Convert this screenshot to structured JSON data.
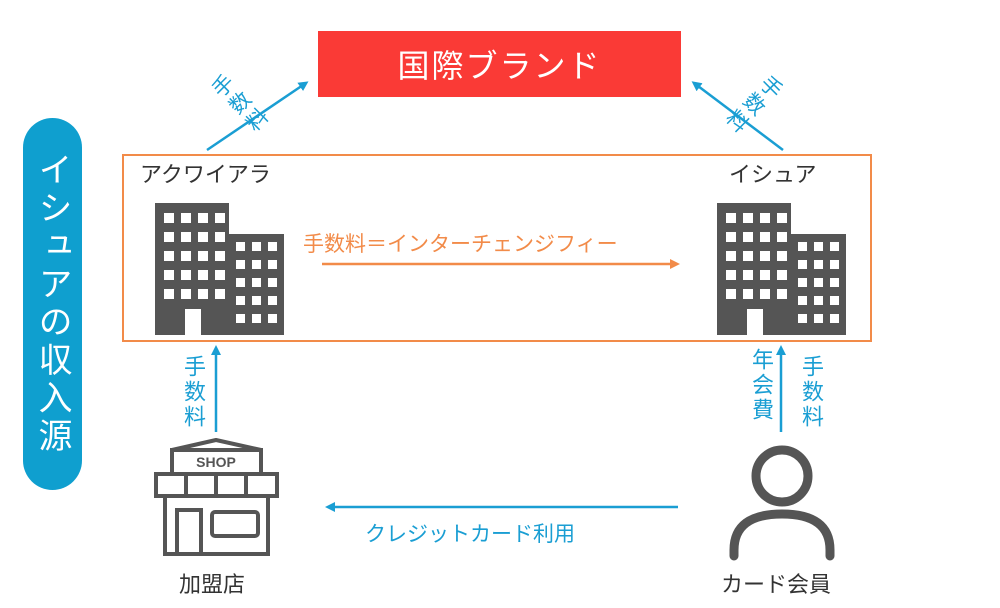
{
  "brand": {
    "label": "国際ブランド"
  },
  "sidebar": {
    "label": "イシュアの収入源"
  },
  "acquirer": {
    "label": "アクワイアラ"
  },
  "issuer": {
    "label": "イシュア"
  },
  "merchant": {
    "label": "加盟店",
    "sign": "SHOP"
  },
  "member": {
    "label": "カード会員"
  },
  "flows": {
    "interchange": "手数料＝インターチェンジフィー",
    "credit_usage": "クレジットカード利用",
    "fee_acquirer_to_brand": "手数料",
    "fee_issuer_to_brand": "手数料",
    "fee_merchant_to_acquirer": "手数料",
    "annual_fee": "年会費",
    "fee_member_to_issuer": "手数料"
  },
  "colors": {
    "brand": "#fa3a36",
    "accent_blue": "#1a9ed3",
    "accent_orange": "#f28b49",
    "icon_gray": "#555555"
  }
}
